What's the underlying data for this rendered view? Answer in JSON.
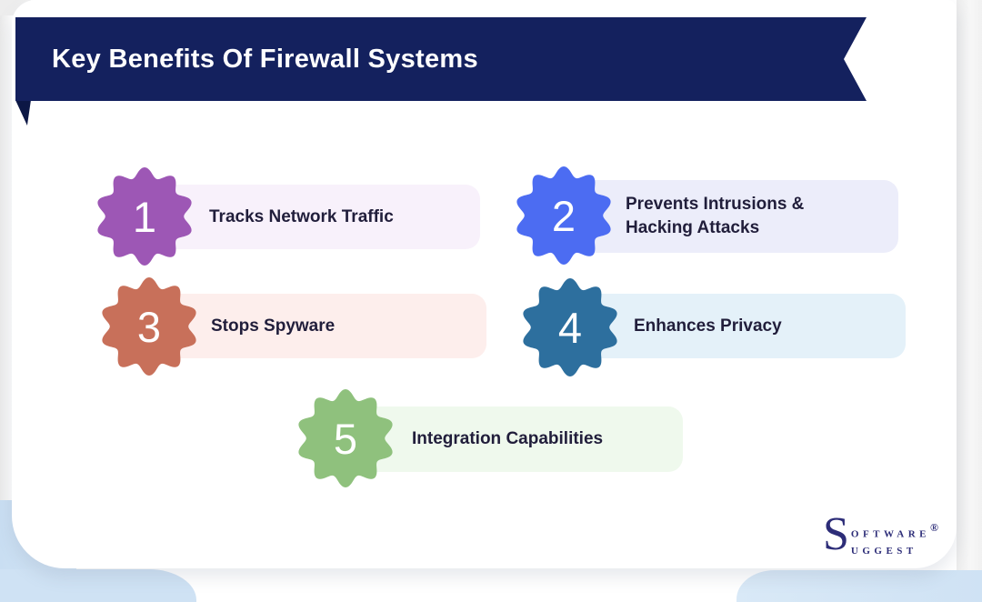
{
  "header": {
    "title": "Key Benefits Of Firewall Systems"
  },
  "benefits": [
    {
      "number": "1",
      "label": "Tracks Network Traffic",
      "badge_color": "#9d57b5",
      "pill_color": "#f8f1fb"
    },
    {
      "number": "2",
      "label": "Prevents Intrusions & Hacking Attacks",
      "badge_color": "#4c6cf2",
      "pill_color": "#ecedfa"
    },
    {
      "number": "3",
      "label": "Stops Spyware",
      "badge_color": "#c8705a",
      "pill_color": "#fdeeec"
    },
    {
      "number": "4",
      "label": "Enhances Privacy",
      "badge_color": "#2d6f9e",
      "pill_color": "#e4f1f9"
    },
    {
      "number": "5",
      "label": "Integration Capabilities",
      "badge_color": "#8fc17d",
      "pill_color": "#eff9ed"
    }
  ],
  "logo": {
    "initial": "S",
    "line1": "oftware",
    "line2": "uggest",
    "registered": "®",
    "color": "#2d2d78"
  },
  "colors": {
    "banner": "#14215e",
    "banner_fold": "#0c1745",
    "label_text": "#211e3b",
    "background_accent": "#cfe2f4"
  }
}
